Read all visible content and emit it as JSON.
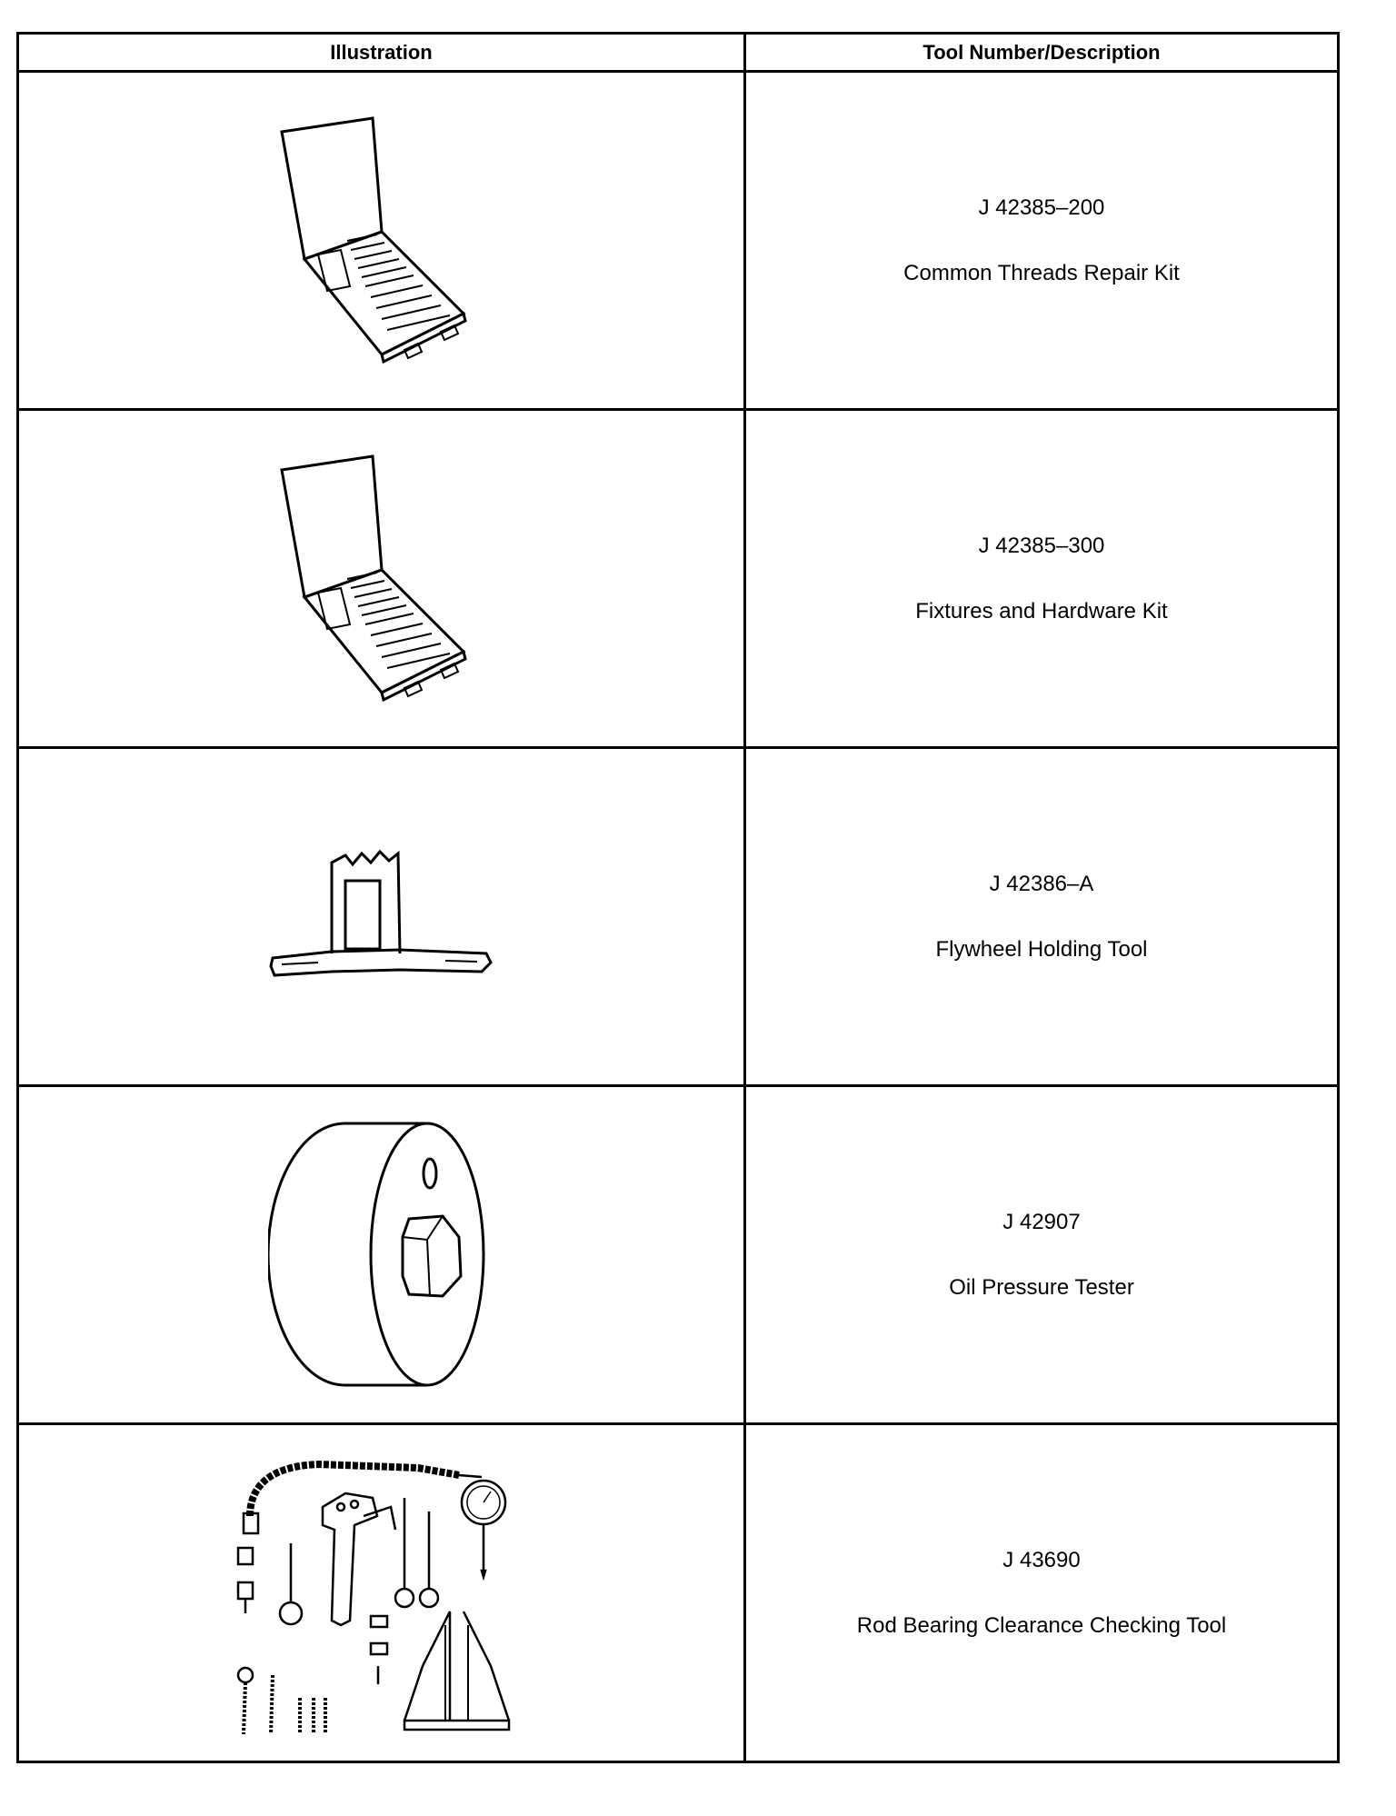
{
  "table": {
    "headers": [
      "Illustration",
      "Tool Number/Description"
    ],
    "rows": [
      {
        "number": "J 42385–200",
        "description": "Common Threads Repair Kit",
        "icon": "thread-repair-kit-case-icon"
      },
      {
        "number": "J 42385–300",
        "description": "Fixtures and Hardware Kit",
        "icon": "fixtures-hardware-kit-case-icon"
      },
      {
        "number": "J 42386–A",
        "description": "Flywheel Holding Tool",
        "icon": "flywheel-holding-tool-icon"
      },
      {
        "number": "J 42907",
        "description": "Oil Pressure Tester",
        "icon": "oil-pressure-tester-icon"
      },
      {
        "number": "J 43690",
        "description": "Rod Bearing Clearance Checking Tool",
        "icon": "rod-bearing-checking-tool-icon"
      }
    ]
  }
}
